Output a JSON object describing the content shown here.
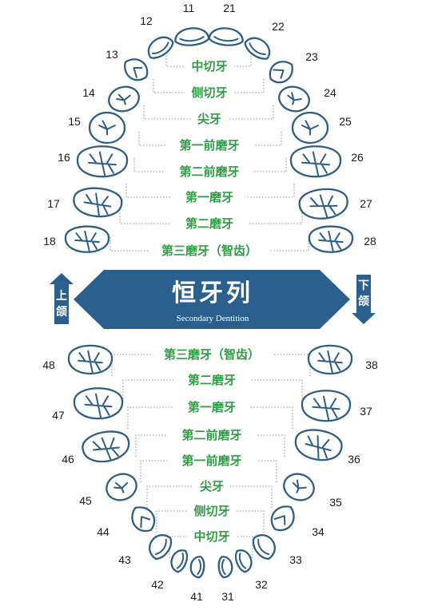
{
  "title": "恒牙列",
  "subtitle": "Secondary Dentition",
  "upper_jaw_label": [
    "上",
    "颌"
  ],
  "lower_jaw_label": [
    "下",
    "颌"
  ],
  "upper_tooth_types": [
    "中切牙",
    "侧切牙",
    "尖牙",
    "第一前磨牙",
    "第二前磨牙",
    "第一磨牙",
    "第二磨牙",
    "第三磨牙（智齿）"
  ],
  "lower_tooth_types": [
    "第三磨牙（智齿）",
    "第二磨牙",
    "第一磨牙",
    "第二前磨牙",
    "第一前磨牙",
    "尖牙",
    "侧切牙",
    "中切牙"
  ],
  "upper_numbers_right": [
    "11",
    "12",
    "13",
    "14",
    "15",
    "16",
    "17",
    "18"
  ],
  "upper_numbers_left": [
    "21",
    "22",
    "23",
    "24",
    "25",
    "26",
    "27",
    "28"
  ],
  "lower_numbers_right": [
    "41",
    "42",
    "43",
    "44",
    "45",
    "46",
    "47",
    "48"
  ],
  "lower_numbers_left": [
    "31",
    "32",
    "33",
    "34",
    "35",
    "36",
    "37",
    "38"
  ],
  "colors": {
    "tooth_outline": "#2e5e86",
    "banner": "#2b5f8d",
    "label_text": "#2f9e44",
    "arrow": "#2b5f8d"
  }
}
